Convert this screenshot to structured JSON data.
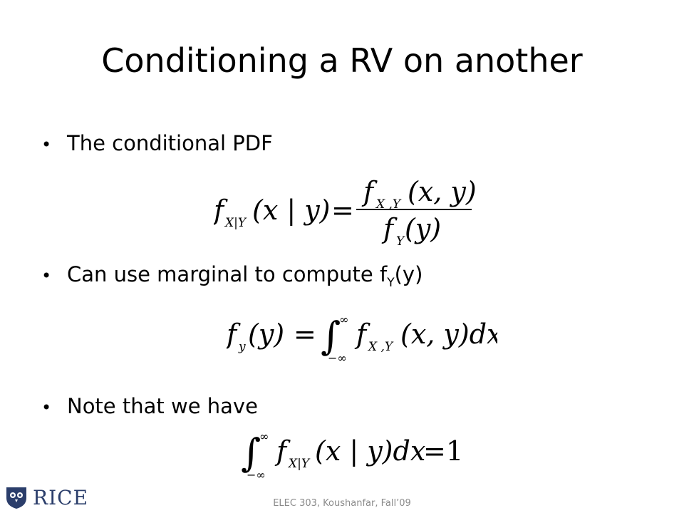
{
  "slide": {
    "title": "Conditioning a RV on another",
    "bullets": [
      {
        "text": "The conditional PDF"
      },
      {
        "text_prefix": "Can use marginal to compute f",
        "subscript": "Y",
        "text_suffix": "(y)"
      },
      {
        "text": "Note that we have"
      }
    ],
    "footer": "ELEC 303,  Koushanfar, Fall’09",
    "logo_text": "RICE"
  },
  "equations": [
    {
      "latex": "f_{X|Y}(x|y) = \\frac{f_{X,Y}(x,y)}{f_Y(y)}",
      "lhs_f": "f",
      "lhs_sub": "X|Y",
      "lhs_args": "(x | y)",
      "eq": "=",
      "num_f": "f",
      "num_sub": "X ,Y",
      "num_args": "(x, y)",
      "den_f": "f",
      "den_sub": "Y",
      "den_args": "(y)"
    },
    {
      "latex": "f_y(y) = \\int_{-\\infty}^{\\infty} f_{X,Y}(x,y) dx",
      "lhs_f": "f",
      "lhs_sub": "y",
      "lhs_args": "(y)",
      "eq": "=",
      "int_upper": "∞",
      "int_lower": "−∞",
      "f": "f",
      "f_sub": "X ,Y",
      "args": "(x, y)dx"
    },
    {
      "latex": "\\int_{-\\infty}^{\\infty} f_{X|Y}(x|y) dx = 1",
      "int_upper": "∞",
      "int_lower": "−∞",
      "f": "f",
      "f_sub": "X|Y",
      "args": "(x | y)dx",
      "eq": "=",
      "rhs": "1"
    }
  ],
  "colors": {
    "logo_blue": "#2b3e6b",
    "footer_gray": "#8a8a8a"
  }
}
